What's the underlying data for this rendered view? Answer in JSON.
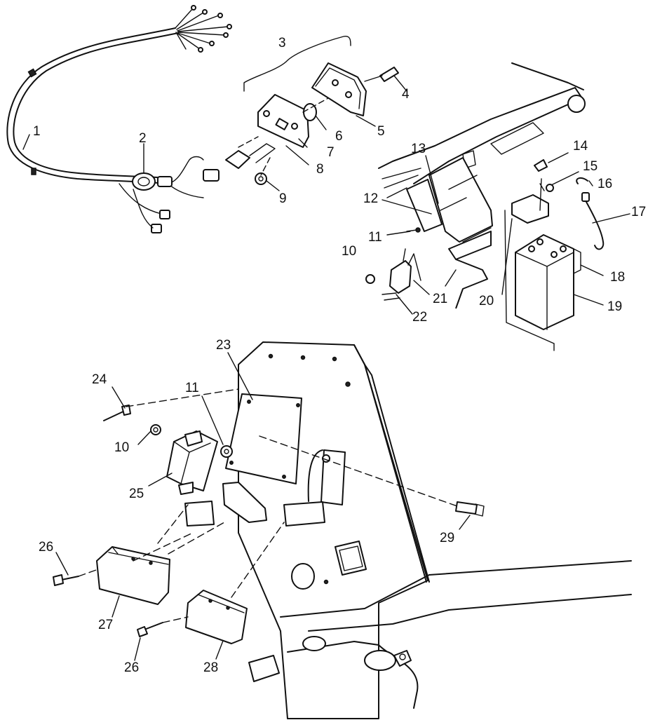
{
  "callouts": {
    "c1": "1",
    "c2": "2",
    "c3": "3",
    "c4": "4",
    "c5": "5",
    "c6": "6",
    "c7": "7",
    "c8": "8",
    "c9": "9",
    "c10a": "10",
    "c11a": "11",
    "c12": "12",
    "c13": "13",
    "c14": "14",
    "c15": "15",
    "c16": "16",
    "c17": "17",
    "c18": "18",
    "c19": "19",
    "c20": "20",
    "c21": "21",
    "c22": "22",
    "c23": "23",
    "c24": "24",
    "c11b": "11",
    "c10b": "10",
    "c25": "25",
    "c26a": "26",
    "c27": "27",
    "c26b": "26",
    "c28": "28",
    "c29": "29"
  }
}
